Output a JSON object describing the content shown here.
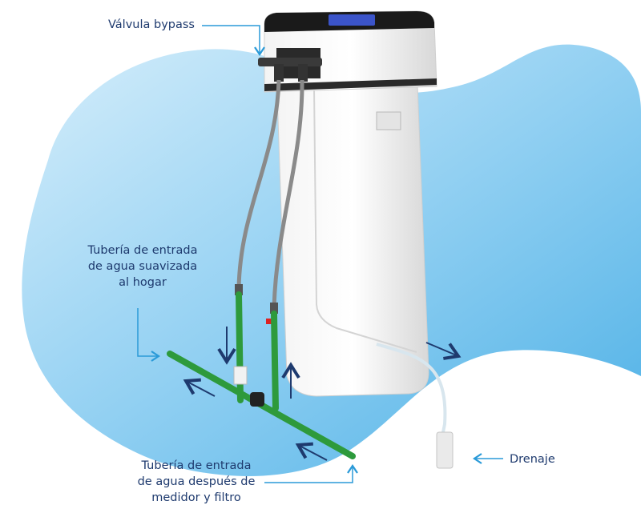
{
  "labels": {
    "bypass_valve": "Válvula bypass",
    "softened_inlet": [
      "Tubería de entrada",
      "de agua suavizada",
      "al hogar"
    ],
    "main_inlet": [
      "Tubería de entrada",
      "de agua después de",
      "medidor y filtro"
    ],
    "drain": "Drenaje"
  },
  "colors": {
    "label_text": "#1e3a6e",
    "leader_line": "#2a9ad8",
    "flow_arrow": "#1e3a6e",
    "pipe": "#2e9a3c",
    "background_blob": "#7cc6ee"
  }
}
